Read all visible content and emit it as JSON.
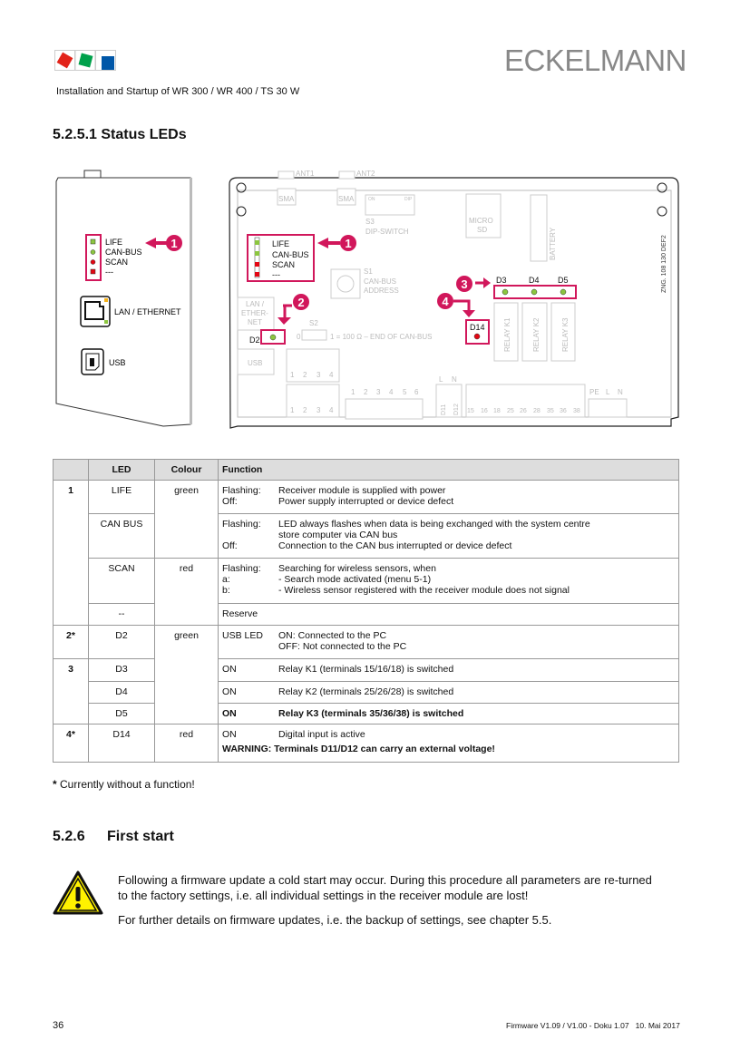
{
  "header": {
    "brand": "ECKELMANN",
    "subtitle": "Installation and Startup of WR 300 / WR 400 / TS 30 W"
  },
  "section1": {
    "title": "5.2.5.1  Status LEDs"
  },
  "colors": {
    "accent": "#d1175b",
    "led_green": "#8cc63f",
    "led_red": "#e30613"
  },
  "diagram": {
    "left": {
      "leds": [
        "LIFE",
        "CAN-BUS",
        "SCAN",
        "---"
      ],
      "lan": "LAN / ETHERNET",
      "usb": "USB",
      "callout": "1"
    },
    "board": {
      "ant1": "ANT1",
      "ant2": "ANT2",
      "sma": "SMA",
      "s3": "S3",
      "dip": "DIP-SWITCH",
      "dip_on": "ON",
      "dip_dip": "DIP",
      "micro": "MICRO",
      "sd": "SD",
      "battery": "BATTERY",
      "zng": "ZNG. 108 130 DEF2",
      "leds": [
        "LIFE",
        "CAN-BUS",
        "SCAN",
        "---"
      ],
      "s1": "S1",
      "canaddr1": "CAN-BUS",
      "canaddr2": "ADDRESS",
      "lan1": "LAN /",
      "lan2": "ETHER-",
      "lan3": "NET",
      "d2": "D2",
      "usb": "USB",
      "s2": "S2",
      "s2_text": "1 = 100 Ω – END OF CAN-BUS",
      "s2_zero": "0",
      "d3": "D3",
      "d4": "D4",
      "d5": "D5",
      "d14": "D14",
      "relays": [
        "RELAY K1",
        "RELAY K2",
        "RELAY K3"
      ],
      "callouts": [
        "1",
        "2",
        "3",
        "4"
      ],
      "terminals_top": [
        "1",
        "2",
        "3",
        "4"
      ],
      "terminals_bottom": [
        "1",
        "2",
        "3",
        "4"
      ],
      "plug": [
        "1",
        "2",
        "3",
        "4",
        "5",
        "6"
      ],
      "din": [
        "D11",
        "D12"
      ],
      "ln": [
        "L",
        "N"
      ],
      "relay_terms": [
        "15",
        "16",
        "18",
        "25",
        "26",
        "28",
        "35",
        "36",
        "38"
      ],
      "power": [
        "PE",
        "L",
        "N"
      ]
    }
  },
  "table": {
    "headers": [
      "",
      "LED",
      "Colour",
      "Function"
    ],
    "rows": {
      "r1": {
        "num": "1",
        "led": "LIFE",
        "colour": "green",
        "f": [
          [
            "Flashing:",
            "Receiver module is supplied with power"
          ],
          [
            "Off:",
            "Power supply interrupted or device defect"
          ]
        ]
      },
      "r2": {
        "led": "CAN BUS",
        "f": [
          [
            "Flashing:",
            "LED always flashes when data is being exchanged with the system centre"
          ],
          [
            "",
            "store computer via CAN bus"
          ],
          [
            "Off:",
            "Connection to the CAN bus interrupted or device defect"
          ]
        ]
      },
      "r3": {
        "led": "SCAN",
        "colour": "red",
        "f": [
          [
            "Flashing:",
            "Searching for wireless sensors, when"
          ],
          [
            "a:",
            "- Search mode activated (menu 5-1)"
          ],
          [
            "b:",
            "- Wireless sensor registered with the receiver module does not signal"
          ]
        ]
      },
      "r4": {
        "led": "--",
        "f": "Reserve"
      },
      "r5": {
        "num": "2*",
        "led": "D2",
        "colour": "green",
        "f": [
          [
            "USB LED",
            "ON: Connected to the PC"
          ],
          [
            "",
            "OFF: Not connected to the PC"
          ]
        ]
      },
      "r6": {
        "num": "3",
        "led": "D3",
        "f": [
          [
            "ON",
            "Relay K1 (terminals 15/16/18) is switched"
          ]
        ]
      },
      "r7": {
        "led": "D4",
        "f": [
          [
            "ON",
            "Relay K2 (terminals 25/26/28) is switched"
          ]
        ]
      },
      "r8": {
        "led": "D5",
        "f": [
          [
            "ON",
            "Relay K3 (terminals 35/36/38) is switched"
          ]
        ]
      },
      "r9": {
        "num": "4*",
        "led": "D14",
        "colour": "red",
        "f": [
          [
            "ON",
            "Digital input is active"
          ]
        ],
        "warning": "WARNING: Terminals D11/D12 can carry an external voltage!"
      }
    }
  },
  "footnote": {
    "star": "*",
    "text": " Currently without a function!"
  },
  "section2": {
    "num": "5.2.6",
    "title": "First start",
    "p1": "Following a firmware update a cold start may occur. During this procedure all parameters are re-turned to the factory settings, i.e. all individual settings in the receiver module are lost!",
    "p2": "For further details on firmware updates, i.e. the backup of settings, see chapter 5.5."
  },
  "footer": {
    "page": "36",
    "info": "Firmware V1.09 / V1.00 - Doku 1.07   10. Mai 2017"
  }
}
